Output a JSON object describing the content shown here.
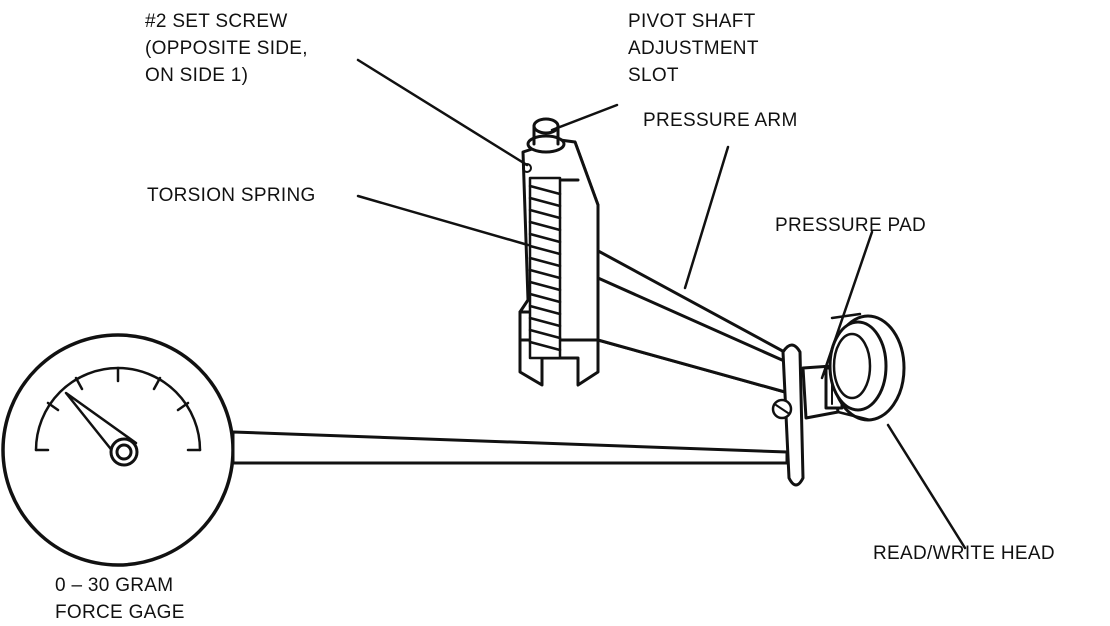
{
  "labels": {
    "set_screw": [
      "#2 SET SCREW",
      "(OPPOSITE SIDE,",
      "ON SIDE 1)"
    ],
    "pivot_shaft": [
      "PIVOT SHAFT",
      "ADJUSTMENT",
      "SLOT"
    ],
    "pressure_arm": "PRESSURE ARM",
    "torsion_spring": "TORSION SPRING",
    "pressure_pad": "PRESSURE PAD",
    "read_write_head": "READ/WRITE HEAD",
    "force_gage": [
      "0 – 30 GRAM",
      "FORCE GAGE"
    ]
  },
  "colors": {
    "ink": "#111111",
    "paper": "#ffffff"
  }
}
